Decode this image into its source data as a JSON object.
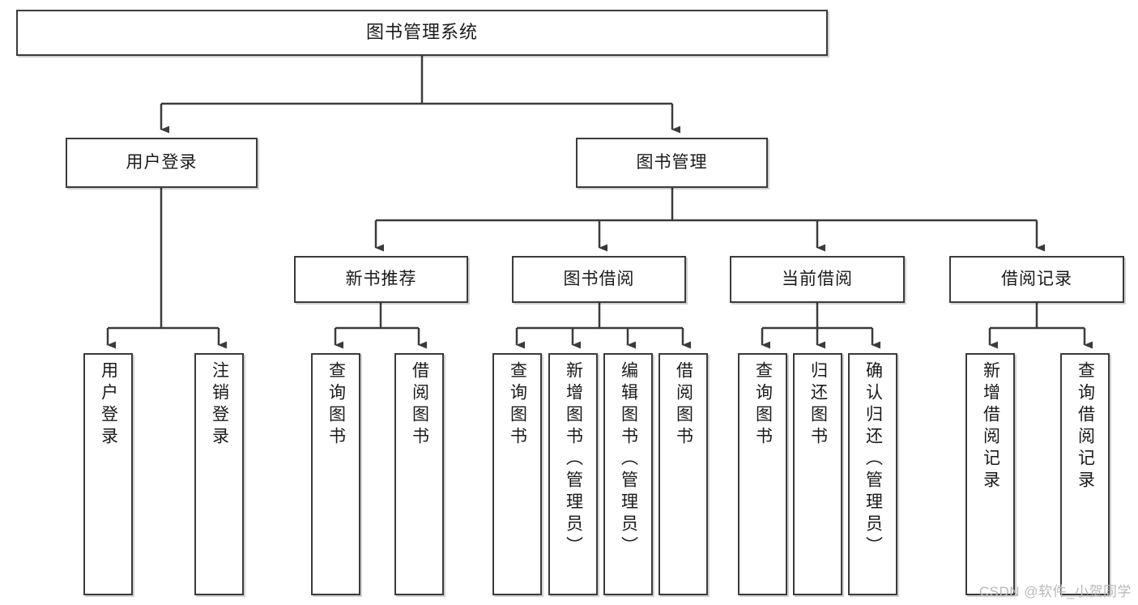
{
  "diagram": {
    "title": "图书管理系统",
    "type": "tree-hierarchy-chart",
    "watermark": "CSDN @软件_小贺同学",
    "colors": {
      "stroke": "#3b3b3b",
      "fill": "#ffffff",
      "text": "#1a1a1a",
      "watermark": "#b8b8b8"
    }
  },
  "nodes": {
    "root": {
      "label": "图书管理系统"
    },
    "level2": [
      {
        "id": "user-login",
        "label": "用户登录"
      },
      {
        "id": "book-manage",
        "label": "图书管理"
      }
    ],
    "level3": [
      {
        "id": "new-book-recommend",
        "label": "新书推荐"
      },
      {
        "id": "book-borrow",
        "label": "图书借阅"
      },
      {
        "id": "current-borrow",
        "label": "当前借阅"
      },
      {
        "id": "borrow-record",
        "label": "借阅记录"
      }
    ],
    "leaves": {
      "user-login": [
        {
          "id": "leaf-user-login",
          "label": "用户登录"
        },
        {
          "id": "leaf-user-logout",
          "label": "注销登录"
        }
      ],
      "new-book-recommend": [
        {
          "id": "leaf-query-book-1",
          "label": "查询图书"
        },
        {
          "id": "leaf-borrow-book-1",
          "label": "借阅图书"
        }
      ],
      "book-borrow": [
        {
          "id": "leaf-query-book-2",
          "label": "查询图书"
        },
        {
          "id": "leaf-add-book",
          "label": "新增图书（管理员）"
        },
        {
          "id": "leaf-edit-book",
          "label": "编辑图书（管理员）"
        },
        {
          "id": "leaf-borrow-book-2",
          "label": "借阅图书"
        }
      ],
      "current-borrow": [
        {
          "id": "leaf-query-book-3",
          "label": "查询图书"
        },
        {
          "id": "leaf-return-book",
          "label": "归还图书"
        },
        {
          "id": "leaf-confirm-return",
          "label": "确认归还（管理员）"
        }
      ],
      "borrow-record": [
        {
          "id": "leaf-add-record",
          "label": "新增借阅记录"
        },
        {
          "id": "leaf-query-record",
          "label": "查询借阅记录"
        }
      ]
    }
  }
}
